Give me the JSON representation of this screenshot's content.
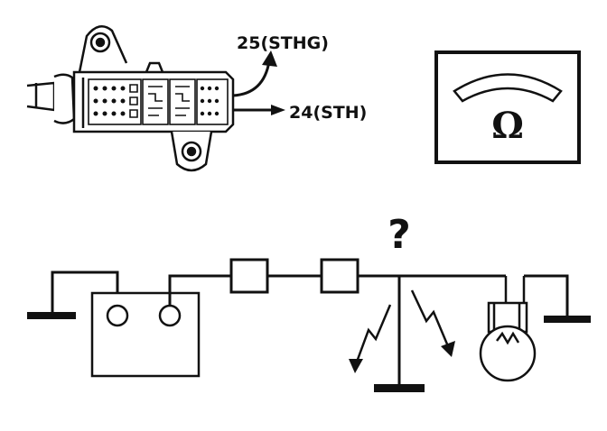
{
  "connector": {
    "pin_label_top": "25(STHG)",
    "pin_label_bottom": "24(STH)"
  },
  "meter": {
    "symbol": "Ω",
    "icon": "ohmmeter-icon"
  },
  "circuit": {
    "fault_symbol": "?",
    "icons": [
      "battery-icon",
      "fuse-icon",
      "bulb-icon",
      "ground-icon",
      "short-to-ground-icon"
    ]
  },
  "colors": {
    "ink": "#111111",
    "paper": "#ffffff"
  }
}
